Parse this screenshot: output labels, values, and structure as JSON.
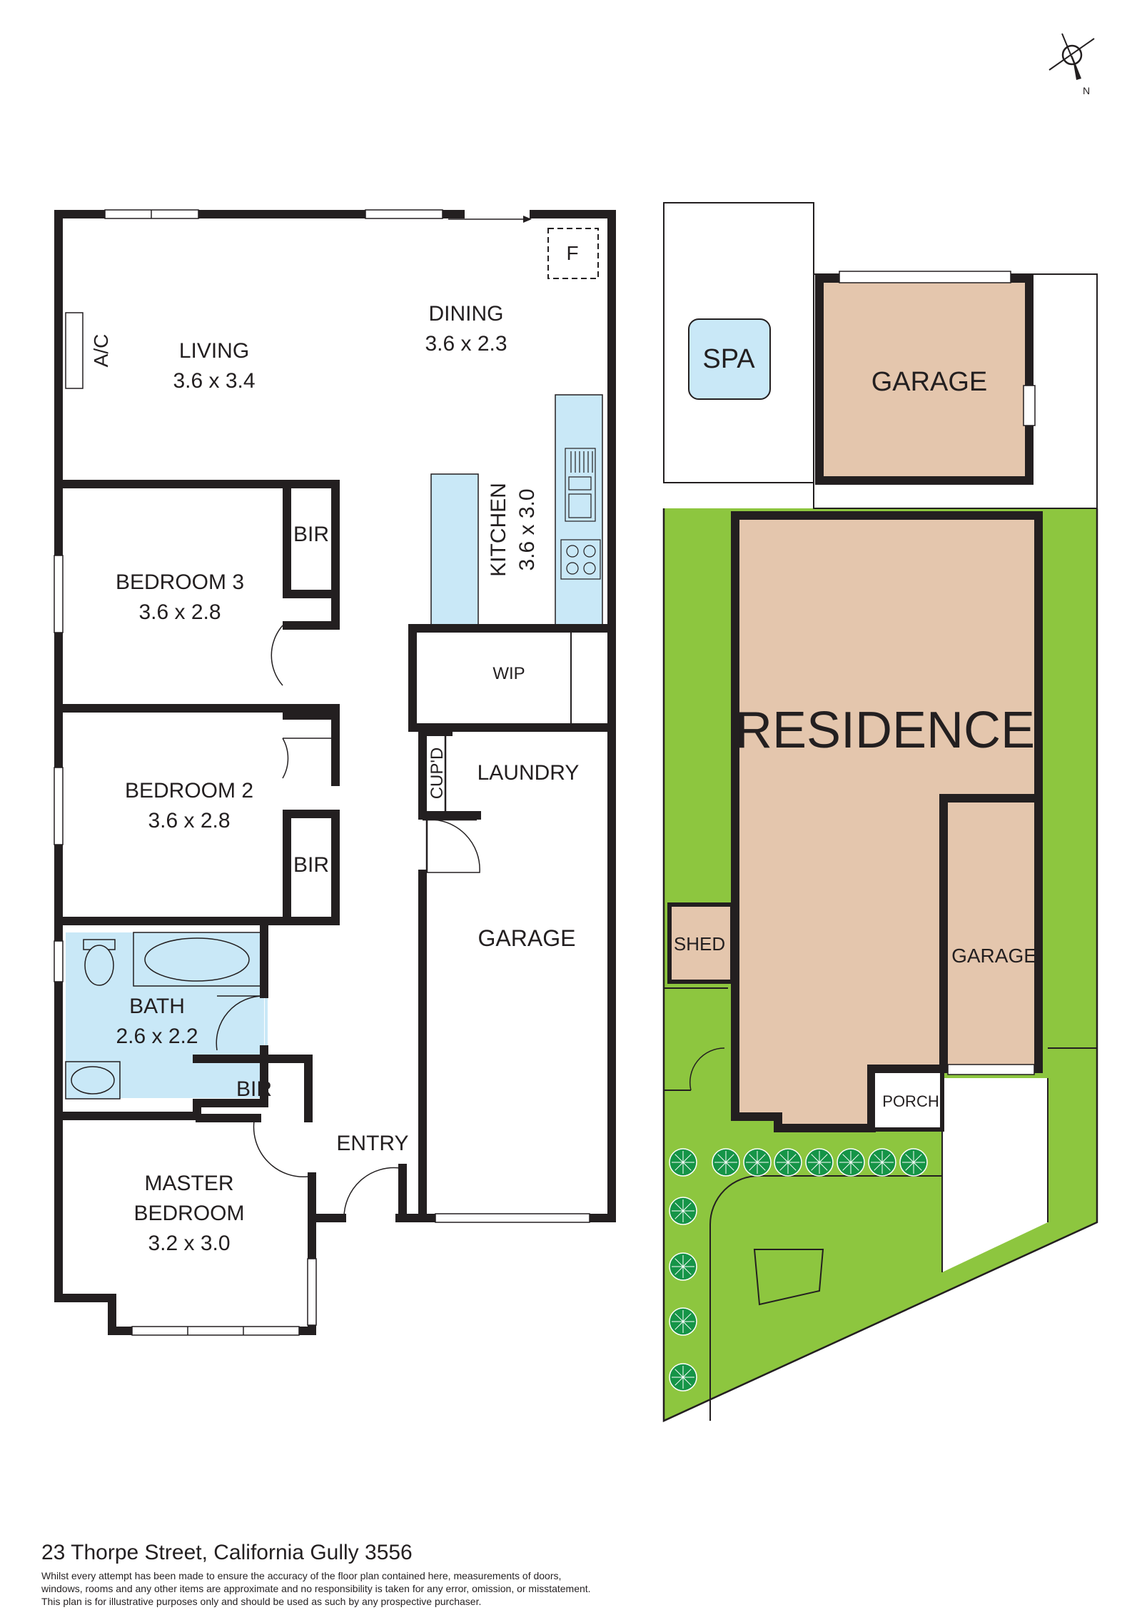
{
  "compass": {
    "label": "N"
  },
  "floorplan": {
    "living": {
      "name": "LIVING",
      "size": "3.6 x 3.4"
    },
    "ac": "A/C",
    "dining": {
      "name": "DINING",
      "size": "3.6 x 2.3"
    },
    "fridge": "F",
    "kitchen": {
      "name": "KITCHEN",
      "size": "3.6 x 3.0"
    },
    "bedroom3": {
      "name": "BEDROOM 3",
      "size": "3.6 x 2.8"
    },
    "bir_bed3": "BIR",
    "wip": "WIP",
    "bedroom2": {
      "name": "BEDROOM 2",
      "size": "3.6 x 2.8"
    },
    "bir_bed2": "BIR",
    "cupd": "CUP'D",
    "laundry": "LAUNDRY",
    "garage": "GARAGE",
    "bath": {
      "name": "BATH",
      "size": "2.6 x 2.2"
    },
    "bir_master": "BIR",
    "entry": "ENTRY",
    "master": {
      "name1": "MASTER",
      "name2": "BEDROOM",
      "size": "3.2 x 3.0"
    }
  },
  "siteplan": {
    "spa": "SPA",
    "garage_rear": "GARAGE",
    "residence": "RESIDENCE",
    "shed": "SHED",
    "garage_front": "GARAGE",
    "porch": "PORCH"
  },
  "colors": {
    "wall": "#231f20",
    "wet_area": "#c9e8f7",
    "building": "#e4c6ad",
    "lawn": "#8dc63f",
    "tree": "#159447"
  },
  "footer": {
    "address": "23 Thorpe Street, California Gully 3556",
    "disclaimer": [
      "Whilst every attempt has been made to ensure the accuracy of the floor plan contained here, measurements of doors,",
      "windows, rooms and any other items are approximate and no responsibility is taken for any error, omission, or misstatement.",
      "This plan is for illustrative purposes only and should be used as such by any prospective purchaser."
    ]
  }
}
